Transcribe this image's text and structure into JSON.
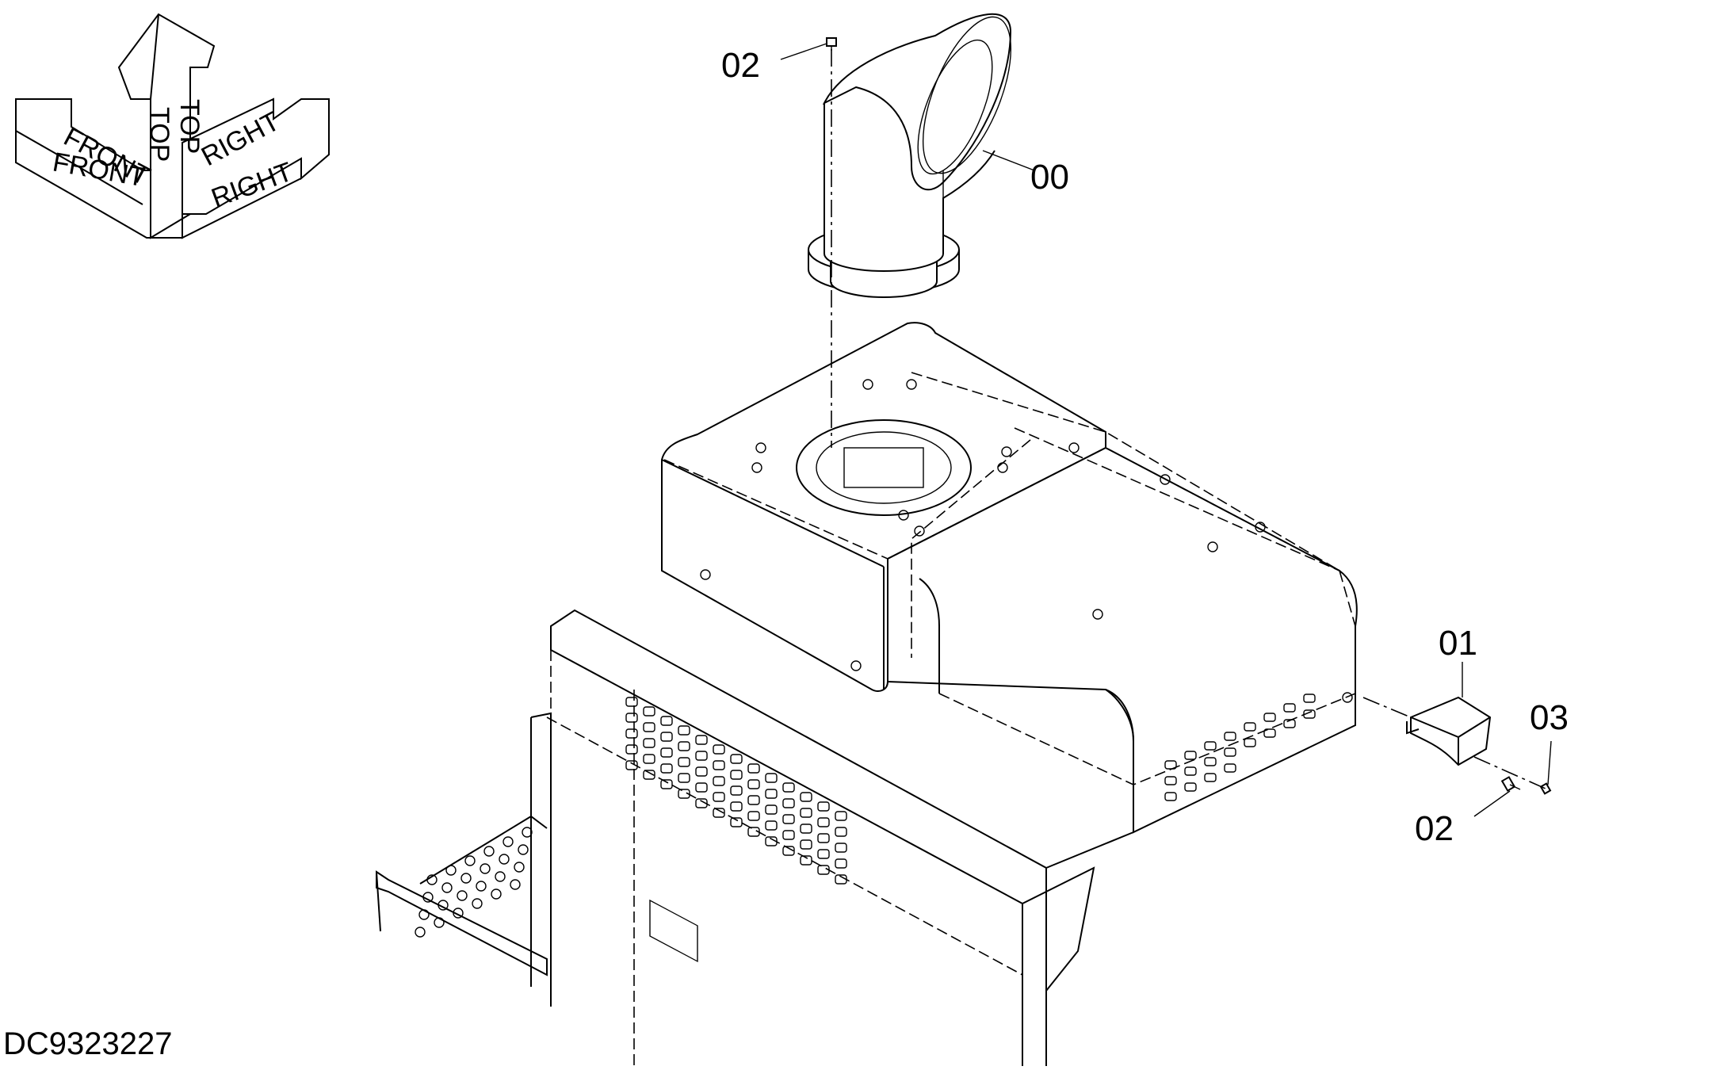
{
  "orientation": {
    "front": "FRONT",
    "top": "TOP",
    "right": "RIGHT"
  },
  "callouts": {
    "c00": "00",
    "c01": "01",
    "c02a": "02",
    "c02b": "02",
    "c03": "03"
  },
  "drawing_id": "DC9323227"
}
